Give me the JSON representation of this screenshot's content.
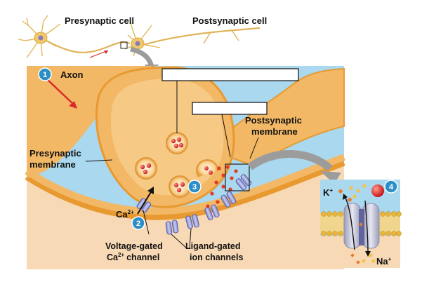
{
  "labels": {
    "presynaptic_cell": "Presynaptic cell",
    "postsynaptic_cell": "Postsynaptic cell",
    "axon": "Axon",
    "presynaptic_membrane_1": "Presynaptic",
    "presynaptic_membrane_2": "membrane",
    "postsynaptic_membrane_1": "Postsynaptic",
    "postsynaptic_membrane_2": "membrane",
    "calcium_ion": "Ca",
    "calcium_charge": "2+",
    "voltage_gated_1": "Voltage-gated",
    "voltage_gated_2a": "Ca",
    "voltage_gated_2_sup": "2+",
    "voltage_gated_2b": "channel",
    "ligand_gated_1": "Ligand-gated",
    "ligand_gated_2": "ion channels",
    "potassium_ion": "K",
    "potassium_charge": "+",
    "sodium_ion": "Na",
    "sodium_charge": "+"
  },
  "steps": [
    "1",
    "2",
    "3",
    "4"
  ],
  "blank_label_boxes": 2,
  "colors": {
    "extracellular": "#a9d8ef",
    "cell": "#f2b866",
    "cell_inner": "#f6c985",
    "membrane": "#e8992f",
    "postsynaptic_cytoplasm": "#f8d9b6",
    "step_badge": "#2d8fc7",
    "axon_arrow": "#d92b2b",
    "channel": "#9b9fd4",
    "neurotransmitter": "#e03a2a"
  }
}
